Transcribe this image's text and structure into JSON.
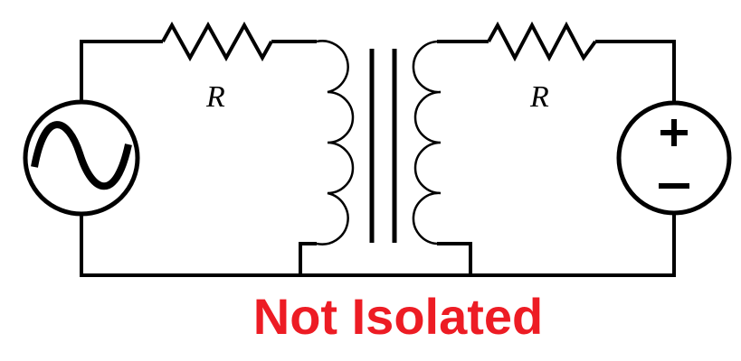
{
  "labels": {
    "left_resistor": "R",
    "right_resistor": "R"
  },
  "caption": "Not Isolated",
  "colors": {
    "caption": "#ed1c24",
    "wire": "#000000"
  },
  "components": {
    "left_source": "ac-source-icon",
    "right_source": "dc-source-icon"
  }
}
